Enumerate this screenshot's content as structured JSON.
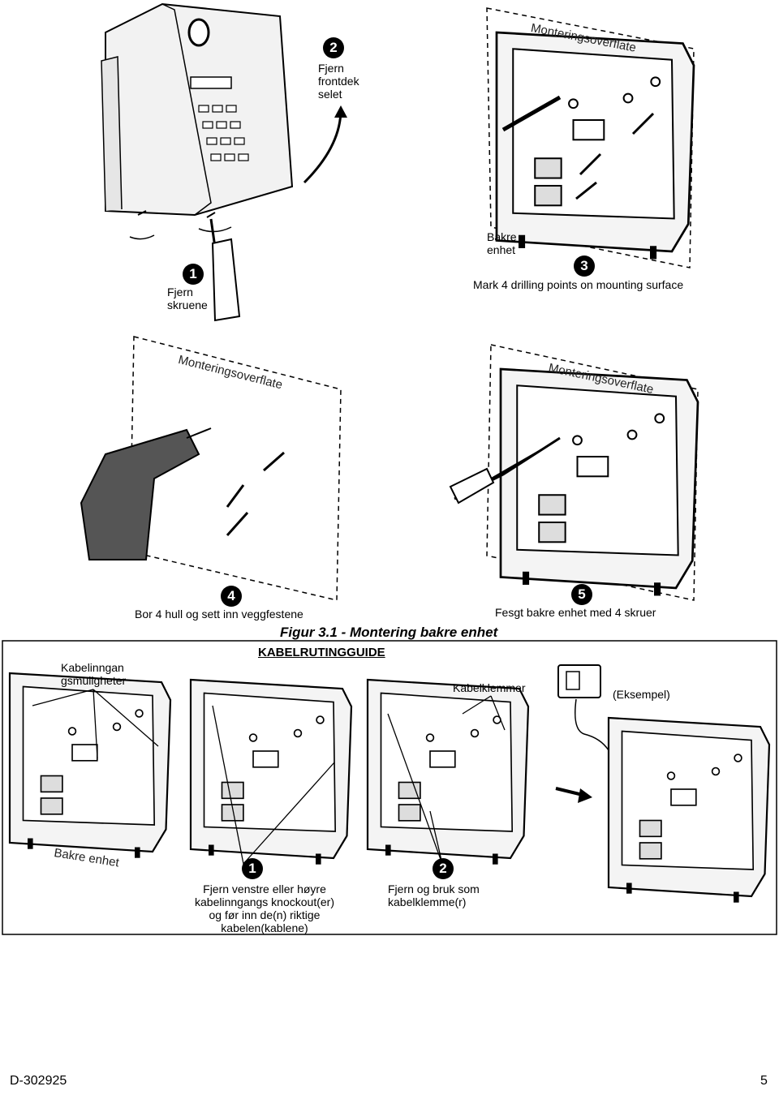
{
  "steps": {
    "step1": {
      "number": "1",
      "label_line1": "Fjern",
      "label_line2": "skruene"
    },
    "step2": {
      "number": "2",
      "label_line1": "Fjern",
      "label_line2": "frontdek",
      "label_line3": "selet"
    },
    "step3": {
      "number": "3",
      "label": "Mark 4 drilling points on mounting surface",
      "rear_line1": "Bakre",
      "rear_line2": "enhet"
    },
    "step4": {
      "number": "4",
      "label": "Bor 4 hull og sett inn veggfestene"
    },
    "step5": {
      "number": "5",
      "label": "Fesgt bakre enhet med 4 skruer"
    }
  },
  "surface_label": "Monteringsoverflate",
  "figure_caption": "Figur 3.1 - Montering bakre enhet",
  "guide": {
    "title": "KABELRUTINGGUIDE",
    "entry_line1": "Kabelinngan",
    "entry_line2": "gsmuligheter",
    "rear_unit": "Bakre enhet",
    "clamps": "Kabelklemmer",
    "example": "(Eksempel)",
    "note1": {
      "number": "1",
      "line1": "Fjern venstre eller høyre",
      "line2": "kabelinngangs knockout(er)",
      "line3": "og før inn de(n) riktige",
      "line4": "kabelen(kablene)"
    },
    "note2": {
      "number": "2",
      "line1": "Fjern og bruk som",
      "line2": "kabelklemme(r)"
    }
  },
  "footer": {
    "doc_id": "D-302925",
    "page": "5"
  }
}
